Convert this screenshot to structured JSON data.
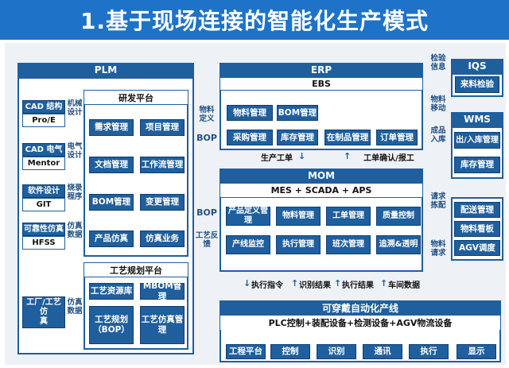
{
  "title": "1.基于现场连接的智能化生产模式",
  "plm": {
    "header": "PLM",
    "left_items": [
      {
        "top": "CAD 结构",
        "bottom": "Pro/E",
        "label": "机械\n设计"
      },
      {
        "top": "CAD 电气",
        "bottom": "Mentor",
        "label": "电气\n设计"
      },
      {
        "top": "软件设计",
        "bottom": "GIT",
        "label": "烧录\n程序"
      },
      {
        "top": "可靠性仿真",
        "bottom": "HFSS",
        "label": "仿真\n数据"
      }
    ],
    "rd_platform": {
      "title": "研发平台",
      "items": [
        "需求管理",
        "项目管理",
        "文档管理",
        "工作流管理",
        "BOM管理",
        "变更管理",
        "产品仿真",
        "仿真业务"
      ]
    },
    "process_platform": {
      "title": "工艺规划平台",
      "items": [
        "工艺资源库",
        "MBOM管理",
        "工艺规划\n（BOP）",
        "工艺仿真管\n理"
      ]
    },
    "factory_sim": {
      "label": "工厂/工艺仿\n真",
      "side_label": "仿真\n数据"
    }
  },
  "links": {
    "material_def": "物料\n定义",
    "bop1": "BOP",
    "bop2": "BOP",
    "process_feedback": "工艺反\n馈",
    "production_order": "生产工单",
    "order_confirm": "工单确认/报工",
    "inspection_info": "检验\n信息",
    "material_move": "物料\n移动",
    "product_in": "成品\n入库",
    "request_pick": "请求\n拣配",
    "material_request": "物料\n请求"
  },
  "erp": {
    "header": "ERP",
    "sub": "EBS",
    "items": [
      "物料管理",
      "BOM管理",
      "采购管理",
      "库存管理",
      "在制品管理",
      "订单管理"
    ]
  },
  "qms": {
    "header": "IQS",
    "items": [
      "来料检验"
    ]
  },
  "wms": {
    "header": "WMS",
    "items": [
      "出/入库管理",
      "库存管理"
    ]
  },
  "mom": {
    "header": "MOM",
    "sub": "MES + SCADA + APS",
    "items": [
      "产品定义管\n理",
      "物料管理",
      "工单管理",
      "质量控制",
      "产线监控",
      "执行管理",
      "班次管理",
      "追溯&透明"
    ]
  },
  "logistics": {
    "items": [
      "配送管理",
      "物料看板",
      "AGV调度"
    ]
  },
  "bottom_arrows": [
    "执行指令",
    "识别结果",
    "执行结果",
    "车间数据"
  ],
  "automation": {
    "header": "可穿戴自动化产线",
    "sub": "PLC控制+装配设备+检测设备+AGV物流设备",
    "items": [
      "工程平台",
      "控制",
      "识别",
      "通讯",
      "执行",
      "显示"
    ]
  }
}
